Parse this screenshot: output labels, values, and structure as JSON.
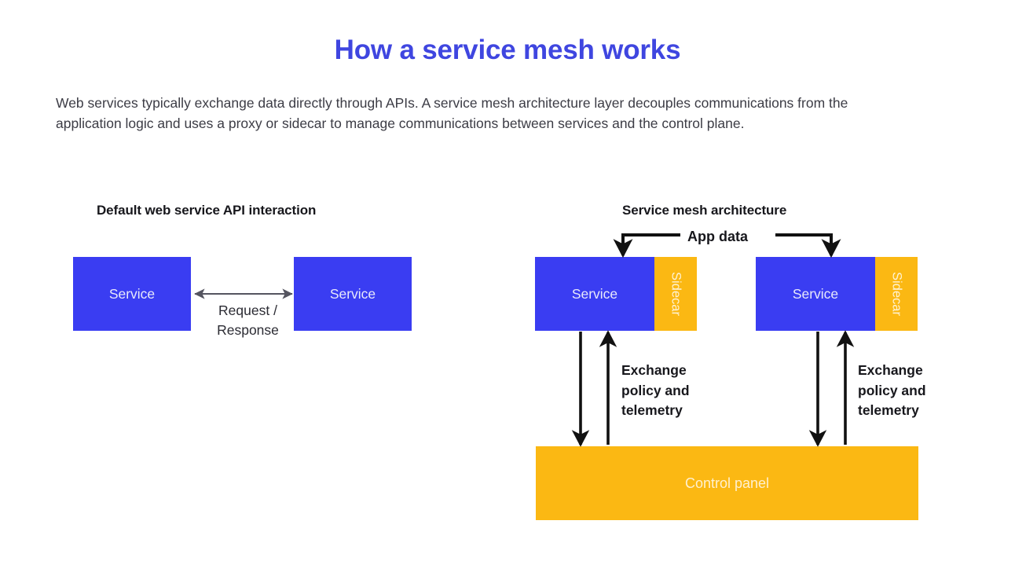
{
  "page": {
    "title": "How a service mesh works",
    "intro": "Web services typically exchange data directly through APIs. A service mesh architecture layer decouples communications from the application logic and uses a proxy or sidecar to manage communications between services and the control plane.",
    "accent_color": "#3f46e0",
    "service_color": "#3a3df2",
    "sidecar_color": "#fbb813",
    "control_color": "#fbb813",
    "background_color": "#ffffff",
    "text_color": "#3c3c45",
    "arrow_color": "#111111",
    "thin_arrow_color": "#555560"
  },
  "panels": {
    "left": {
      "heading": "Default web service API interaction",
      "service_a_label": "Service",
      "service_b_label": "Service",
      "connector_label": "Request /\nResponse",
      "connector_type": "double-headed-horizontal-arrow"
    },
    "right": {
      "heading": "Service mesh architecture",
      "app_data_label": "App data",
      "groups": [
        {
          "service_label": "Service",
          "sidecar_label": "Sidecar",
          "exchange_label": "Exchange\npolicy and\ntelemetry"
        },
        {
          "service_label": "Service",
          "sidecar_label": "Sidecar",
          "exchange_label": "Exchange\npolicy and\ntelemetry"
        }
      ],
      "control_panel_label": "Control panel"
    }
  }
}
